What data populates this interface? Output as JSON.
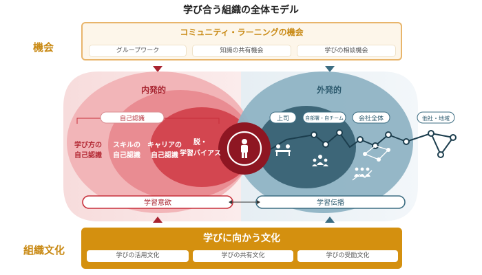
{
  "title": "学び合う組織の全体モデル",
  "side_labels": {
    "opportunity": "機会",
    "culture": "組織文化"
  },
  "opportunity": {
    "title": "コミュニティ・ラーニングの機会",
    "items": [
      "グループワーク",
      "知識の共有機会",
      "学びの相談機会"
    ]
  },
  "inner": {
    "title": "内発的",
    "self_awareness": "自己認識",
    "ring1": [
      "学び方の",
      "自己認識"
    ],
    "ring2": [
      "スキルの",
      "自己認識"
    ],
    "ring3": [
      "キャリアの",
      "自己認識"
    ],
    "core": [
      "脱・",
      "学習バイアス"
    ],
    "motivation": "学習意欲"
  },
  "outer": {
    "title": "外発的",
    "boss": "上司",
    "team": "自部署・自チーム",
    "company": "会社全体",
    "external": "他社・地域",
    "transfer": "学習伝播"
  },
  "culture": {
    "title": "学びに向かう文化",
    "items": [
      "学びの活用文化",
      "学びの共有文化",
      "学びの受励文化"
    ]
  },
  "colors": {
    "accent_gold": "#d4900f",
    "inner_red": "#c72f3a",
    "core_red": "#8e1622",
    "outer_teal": "#3c6d82"
  }
}
